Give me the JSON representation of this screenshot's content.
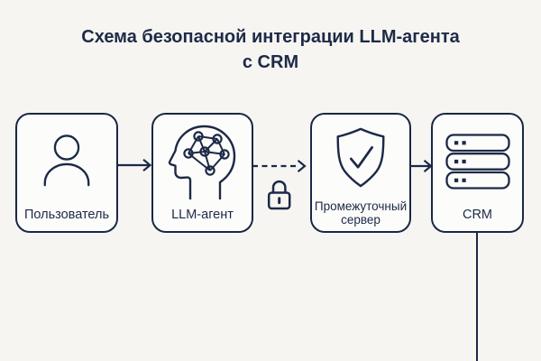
{
  "title": {
    "line1": "Схема безопасной интеграции LLM-агента",
    "line2": "с CRM"
  },
  "nodes": [
    {
      "label": "Пользователь",
      "icon": "user-icon"
    },
    {
      "label": "LLM-агент",
      "icon": "brain-network-icon"
    },
    {
      "label": "Промежуточный сервер",
      "icon": "shield-check-icon"
    },
    {
      "label": "CRM",
      "icon": "server-stack-icon"
    }
  ],
  "connections": [
    {
      "from": "Пользователь",
      "to": "LLM-агент",
      "style": "solid-arrow"
    },
    {
      "from": "LLM-агент",
      "to": "Промежуточный сервер",
      "style": "dashed-arrow",
      "badge_icon": "lock-icon"
    },
    {
      "from": "Промежуточный сервер",
      "to": "CRM",
      "style": "solid-arrow"
    },
    {
      "from": "CRM",
      "to": "bottom-edge",
      "style": "solid-line"
    }
  ],
  "colors": {
    "background": "#f6f5f2",
    "node_fill": "#fcfcfa",
    "outline": "#1a2744",
    "text": "#1e2a47"
  }
}
